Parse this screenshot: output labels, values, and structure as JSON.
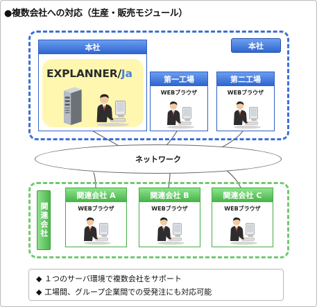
{
  "title": "●複数会社への対応（生産・販売モジュール）",
  "hq_zone": {
    "tag": "本社"
  },
  "hq_box": {
    "label": "本社",
    "logo_main": "EXPLANNER/",
    "logo_suffix": "Ja"
  },
  "factories": [
    {
      "label": "第一工場",
      "sub": "WEBブラウザ"
    },
    {
      "label": "第二工場",
      "sub": "WEBブラウザ"
    }
  ],
  "network": {
    "label": "ネットワーク"
  },
  "affiliate_zone": {
    "tag": "関連会社"
  },
  "affiliates": [
    {
      "label": "関連会社 A",
      "sub": "WEBブラウザ"
    },
    {
      "label": "関連会社 B",
      "sub": "WEBブラウザ"
    },
    {
      "label": "関連会社 C",
      "sub": "WEBブラウザ"
    }
  ],
  "notes": [
    "◆ １つのサーバ環境で複数会社をサポート",
    "◆ 工場間、グループ企業間での受発注にも対応可能"
  ]
}
